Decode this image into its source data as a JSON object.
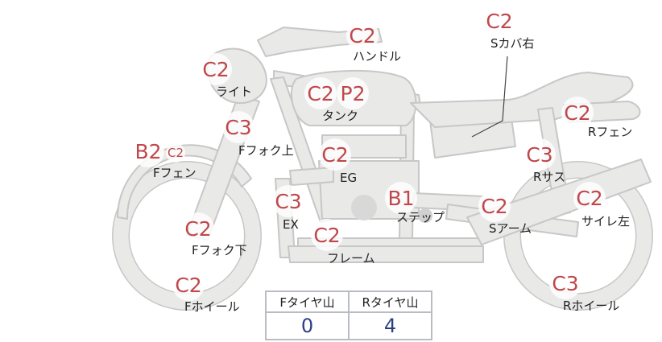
{
  "colors": {
    "bike_fill": "#e9e9e8",
    "bike_stroke": "#c7c7c7",
    "badge_text": "#c0474a",
    "label_text": "#222222",
    "table_value": "#2c3f85"
  },
  "parts": {
    "handle": {
      "grade": "C2",
      "label": "ハンドル"
    },
    "side_cover_r": {
      "grade": "C2",
      "label": "Sカバ右"
    },
    "light": {
      "grade": "C2",
      "label": "ライト"
    },
    "tank": {
      "grade": "C2",
      "grade2": "P2",
      "label": "タンク"
    },
    "rear_fender": {
      "grade": "C2",
      "label": "Rフェン"
    },
    "front_fork_upper": {
      "grade": "C3",
      "label": "Fフォク上"
    },
    "front_fender": {
      "grade": "B2",
      "grade2": "C2",
      "label": "Fフェン"
    },
    "engine": {
      "grade": "C2",
      "label": "EG"
    },
    "rear_suspension": {
      "grade": "C3",
      "label": "Rサス"
    },
    "exhaust": {
      "grade": "C3",
      "label": "EX"
    },
    "step": {
      "grade": "B1",
      "label": "ステップ"
    },
    "swing_arm": {
      "grade": "C2",
      "label": "Sアーム"
    },
    "silencer_left": {
      "grade": "C2",
      "label": "サイレ左"
    },
    "front_fork_lower": {
      "grade": "C2",
      "label": "Fフォク下"
    },
    "frame": {
      "grade": "C2",
      "label": "フレーム"
    },
    "front_wheel": {
      "grade": "C2",
      "label": "Fホイール"
    },
    "rear_wheel": {
      "grade": "C3",
      "label": "Rホイール"
    }
  },
  "tire_table": {
    "front_header": "Fタイヤ山",
    "rear_header": "Rタイヤ山",
    "front_value": "0",
    "rear_value": "4"
  }
}
